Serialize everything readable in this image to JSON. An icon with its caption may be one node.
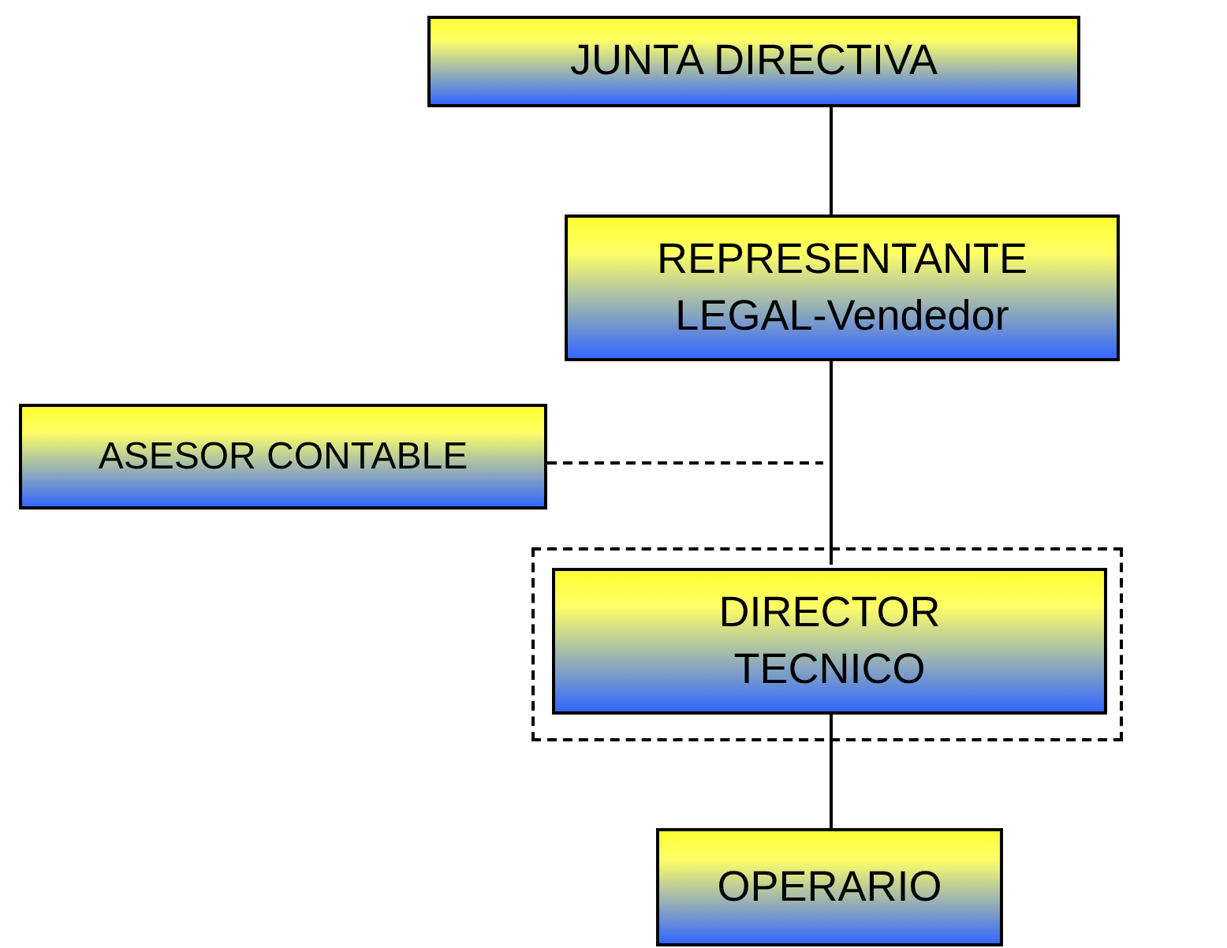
{
  "diagram": {
    "nodes": [
      {
        "text": [
          "JUNTA DIRECTIVA"
        ]
      },
      {
        "text": [
          "REPRESENTANTE LEGAL-Vendedor"
        ]
      },
      {
        "text": [
          "ASESOR CONTABLE"
        ]
      },
      {
        "text": [],
        "shape": "box"
      },
      {
        "text": [
          "DIRECTOR TECNICO"
        ],
        "in": 3
      },
      {
        "text": [
          "OPERARIO"
        ]
      }
    ],
    "edges": [
      {
        "from": 0,
        "to": 1,
        "arrow": "none"
      },
      {
        "from": 1,
        "to": 4,
        "arrow": "none"
      },
      {
        "from": 2,
        "to": null,
        "arrow": "none",
        "style": "dashed"
      },
      {
        "from": 4,
        "to": 5,
        "arrow": "none"
      }
    ]
  }
}
